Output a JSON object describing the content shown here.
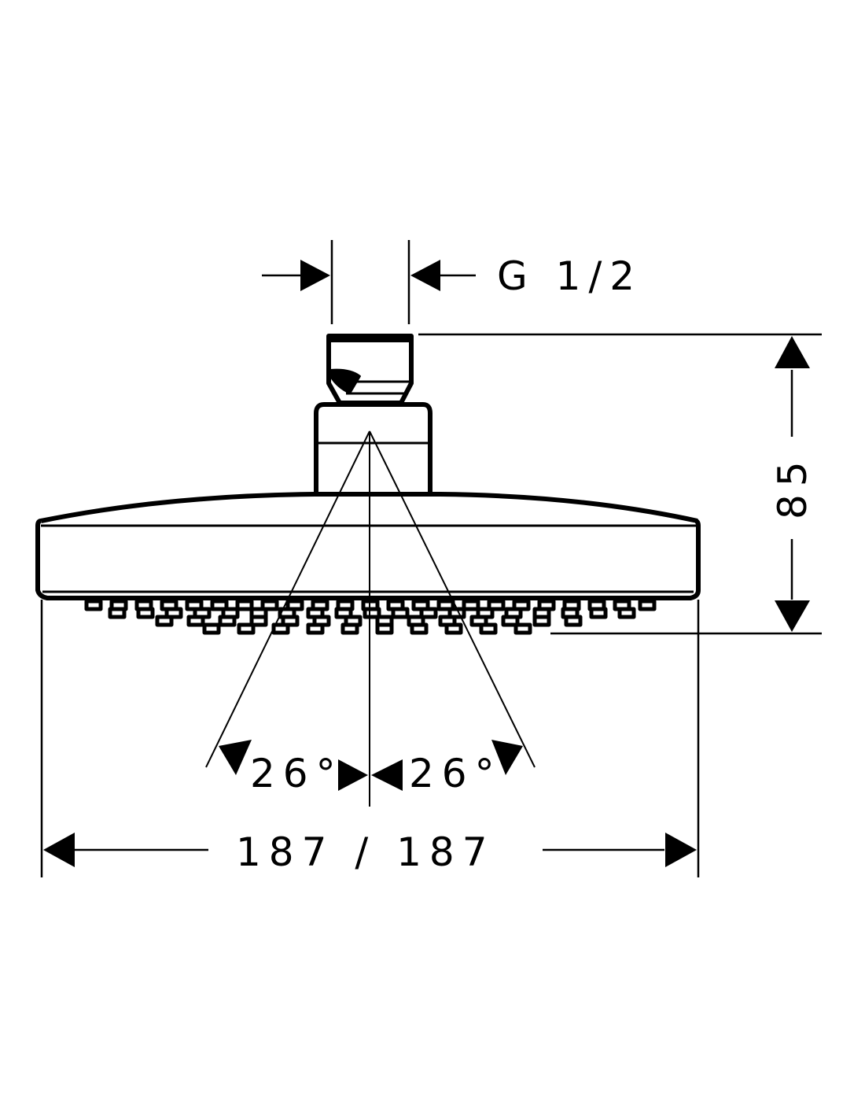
{
  "drawing": {
    "thread_label": "G 1/2",
    "height_label": "85",
    "width_label": "187 / 187",
    "angle_left_label": "26°",
    "angle_right_label": "26°"
  },
  "colors": {
    "line": "#000000",
    "background": "#ffffff"
  }
}
